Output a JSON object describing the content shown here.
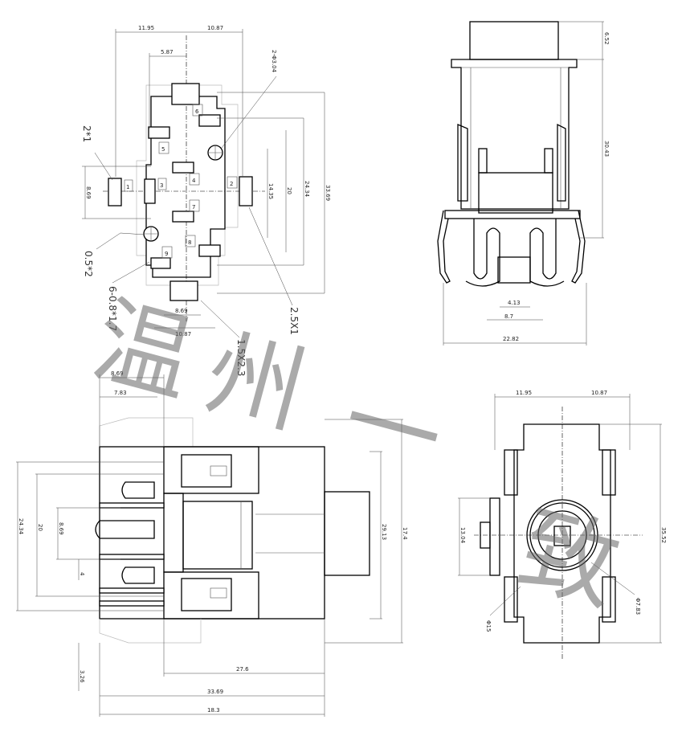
{
  "pcb_view": {
    "dims": {
      "top_left": "11.95",
      "top_right": "10.87",
      "top_inner": "5.87",
      "hole_dia": "2-Φ3.04",
      "h_33": "33.69",
      "h_24": "24.34",
      "h_20": "20",
      "h_14": "14.35",
      "h_8": "8.69",
      "bot_a": "8.69",
      "bot_b": "10.87"
    },
    "pin_numbers": [
      "1",
      "2",
      "3",
      "4",
      "5",
      "6",
      "7",
      "8",
      "9"
    ],
    "callouts": {
      "c1": "2*1",
      "c2": "0.5*2",
      "c3": "6-0.8*1.7",
      "c4": "2.5X1",
      "c5": "1.5X2.3"
    }
  },
  "side_view": {
    "dims": {
      "top": "6.52",
      "height": "30.43",
      "pin_gap": "4.13",
      "pin_span": "8.7",
      "width": "22.82"
    }
  },
  "top_view": {
    "dims": {
      "d1": "8.69",
      "d2": "7.83",
      "left_h1": "24.34",
      "left_h2": "20",
      "left_h3": "8.69",
      "left_h4": "4",
      "right_h1": "29.13",
      "right_h2": "17.4",
      "bot_small": "3.26",
      "bot1": "27.6",
      "bot2": "33.69",
      "bot3": "18.3"
    }
  },
  "front_view": {
    "dims": {
      "top_left": "11.95",
      "top_right": "10.87",
      "left_h": "13.04",
      "right_h": "35.52",
      "dia_hole": "Φ7.83",
      "dia_small": "Φ15"
    }
  },
  "watermark": {
    "chars": [
      "温",
      "州",
      "一",
      "致"
    ]
  }
}
